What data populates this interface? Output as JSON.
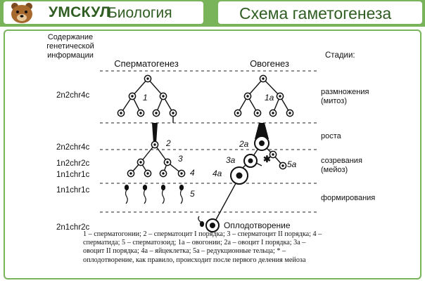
{
  "header": {
    "brand_name": "УМСКУЛ",
    "brand_subject": "Биология",
    "title": "Схема гаметогенеза"
  },
  "colors": {
    "accent": "#79b35a",
    "brand_text": "#2f5d22",
    "ink": "#111111"
  },
  "diagram": {
    "left_header": "Содержание генетической информации",
    "left_header_lines": [
      "Содержание",
      "генетической",
      "информации"
    ],
    "stages_header": "Стадии:",
    "columns": [
      "Сперматогенез",
      "Овогенез"
    ],
    "formulas": [
      "2n2chr4c",
      "2n2chr4c",
      "1n2chr2c",
      "1n1chr1c",
      "1n1chr1c",
      "2n1chr2c"
    ],
    "stages": [
      {
        "line1": "размножения",
        "line2": "(митоз)"
      },
      {
        "line1": "роста",
        "line2": ""
      },
      {
        "line1": "созревания",
        "line2": "(мейоз)"
      },
      {
        "line1": "формирования",
        "line2": ""
      }
    ],
    "fertilization": "Оплодотворение",
    "labels": {
      "l1": "1",
      "l2": "2",
      "l3": "3",
      "l4": "4",
      "l5": "5",
      "l1a": "1а",
      "l2a": "2а",
      "l3a": "3а",
      "l4a": "4а",
      "l5a": "5а",
      "star": "✱"
    }
  },
  "legend": {
    "text": "1 – сперматогонии; 2 – сперматоцит I порядка; 3 – сперматоцит II порядка; 4 – сперматида; 5 – сперматозоид; 1а – овогонии; 2а – овоцит I порядка; 3а – овоцит II порядка; 4а – яйцеклетка; 5а – редукционные тельца; * – оплодотворение, как правило, происходит после первого деления мейоза"
  }
}
